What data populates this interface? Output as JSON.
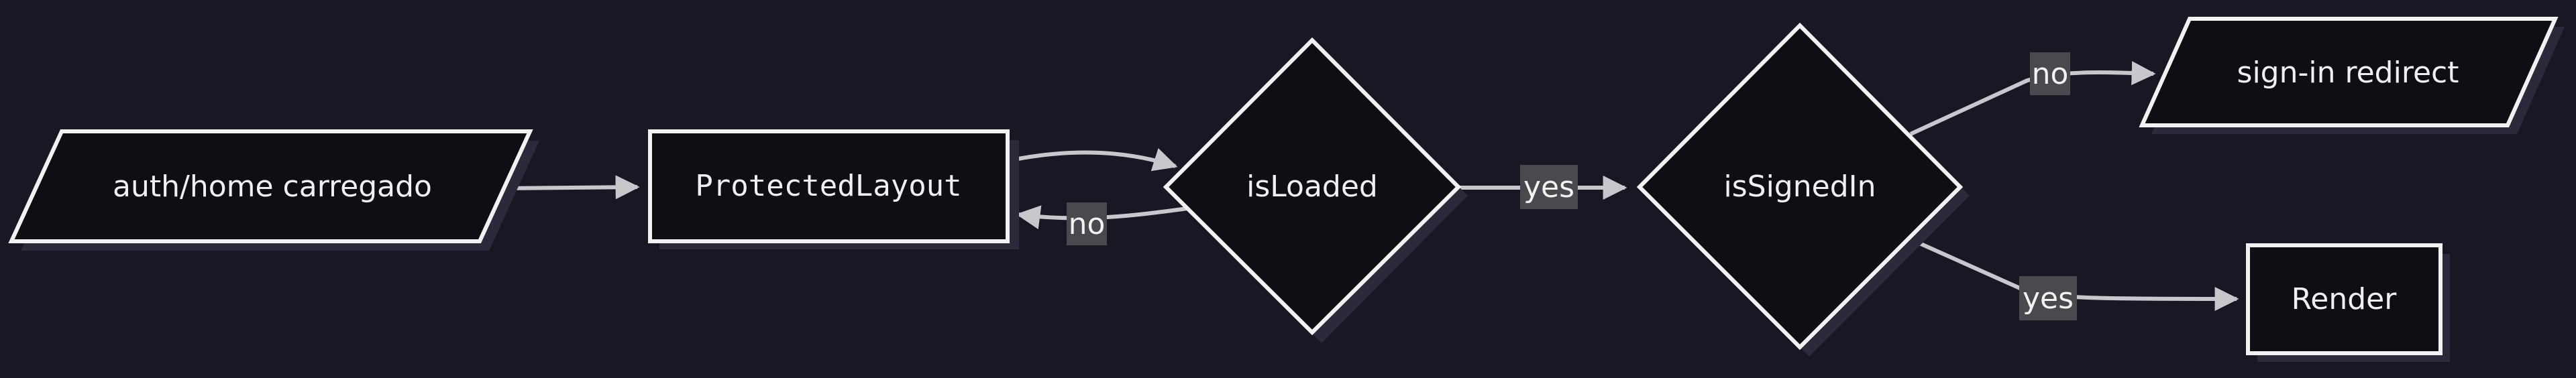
{
  "diagram": {
    "colors": {
      "background": "#181824",
      "node_fill": "#0e0e14",
      "node_stroke": "#f2f2f2",
      "node_shadow": "#2a2a3a",
      "edge": "#c8c8cc",
      "edge_label_bg": "#4a4a4e"
    },
    "nodes": {
      "start": {
        "label": "auth/home carregado",
        "shape": "parallelogram"
      },
      "protected": {
        "label": "ProtectedLayout",
        "shape": "rectangle"
      },
      "loaded": {
        "label": "isLoaded",
        "shape": "diamond"
      },
      "signed": {
        "label": "isSignedIn",
        "shape": "diamond"
      },
      "redirect": {
        "label": "sign-in redirect",
        "shape": "parallelogram"
      },
      "render": {
        "label": "Render",
        "shape": "rectangle"
      }
    },
    "edges": {
      "start_to_protected": {
        "from": "auth/home carregado",
        "to": "ProtectedLayout",
        "label": ""
      },
      "protected_to_loaded": {
        "from": "ProtectedLayout",
        "to": "isLoaded",
        "label": ""
      },
      "loaded_no": {
        "from": "isLoaded",
        "to": "ProtectedLayout",
        "label": "no"
      },
      "loaded_yes": {
        "from": "isLoaded",
        "to": "isSignedIn",
        "label": "yes"
      },
      "signed_no": {
        "from": "isSignedIn",
        "to": "sign-in redirect",
        "label": "no"
      },
      "signed_yes": {
        "from": "isSignedIn",
        "to": "Render",
        "label": "yes"
      }
    }
  }
}
